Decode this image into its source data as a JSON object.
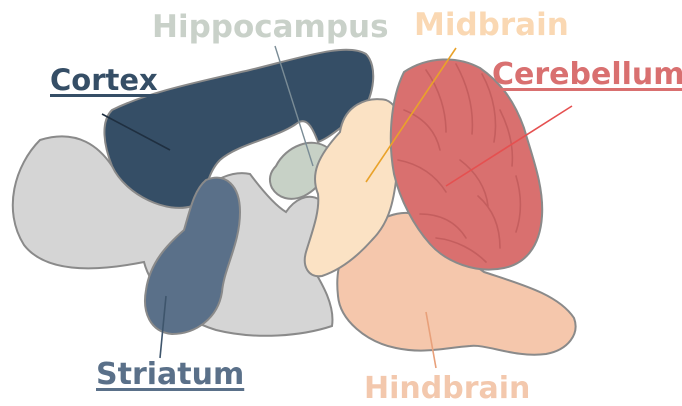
{
  "colors": {
    "outline": "#8a8a8a",
    "brainstem_gray": "#d5d5d5",
    "cortex": "#354e66",
    "striatum": "#5a7089",
    "hippocampus": "#c7d1c6",
    "midbrain": "#fbe2c4",
    "cerebellum": "#d9706f",
    "cerebellum_folds": "#c45e5e",
    "hindbrain": "#f5c7ac",
    "label_cortex": "#354e66",
    "label_hippocampus": "#c9d1c9",
    "label_midbrain": "#fad8b3",
    "label_cerebellum": "#d97070",
    "label_striatum": "#5a7089",
    "label_hindbrain": "#f3c8ad",
    "leader_cortex": "#1f2f40",
    "leader_hippocampus": "#7a8c96",
    "leader_midbrain": "#e9a22a",
    "leader_cerebellum": "#e55050",
    "leader_striatum": "#3e556c",
    "leader_hindbrain": "#e8a07a"
  },
  "labels": {
    "cortex": "Cortex",
    "hippocampus": "Hippocampus",
    "midbrain": "Midbrain",
    "cerebellum": "Cerebellum",
    "striatum": "Striatum",
    "hindbrain": "Hindbrain"
  }
}
